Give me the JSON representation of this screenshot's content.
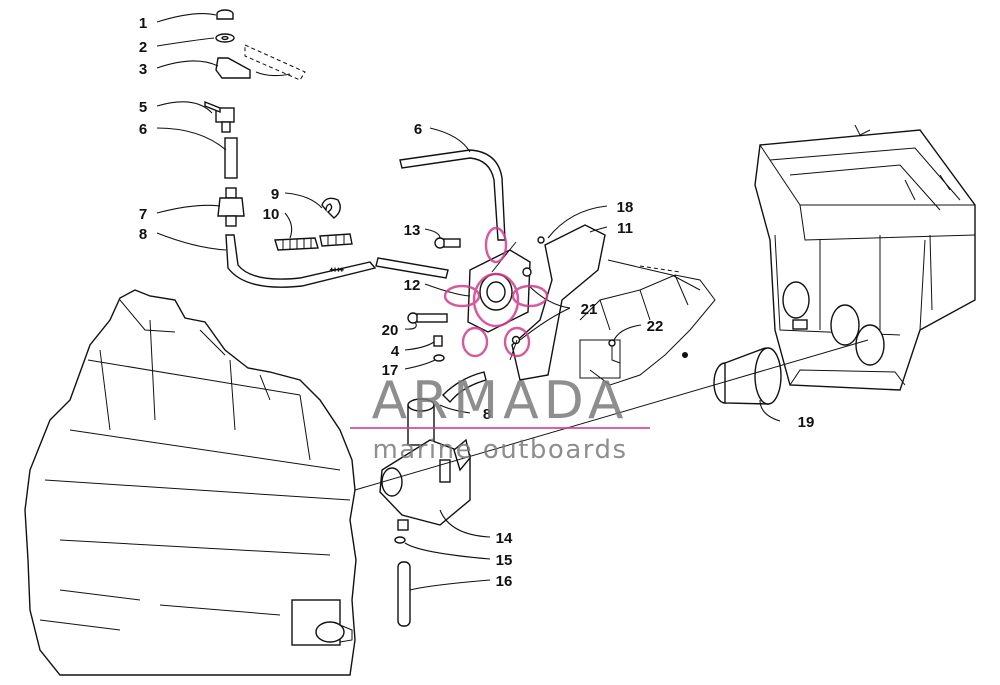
{
  "diagram": {
    "callouts": [
      "1",
      "2",
      "3",
      "5",
      "6",
      "7",
      "8",
      "9",
      "10",
      "6",
      "13",
      "18",
      "11",
      "12",
      "21",
      "20",
      "4",
      "17",
      "22",
      "8",
      "19",
      "14",
      "15",
      "16"
    ]
  },
  "watermark": {
    "brand": "ARMADA",
    "tagline": "marine outboards",
    "accent_color": "#d23c8c",
    "text_color": "#7a7a7a"
  }
}
